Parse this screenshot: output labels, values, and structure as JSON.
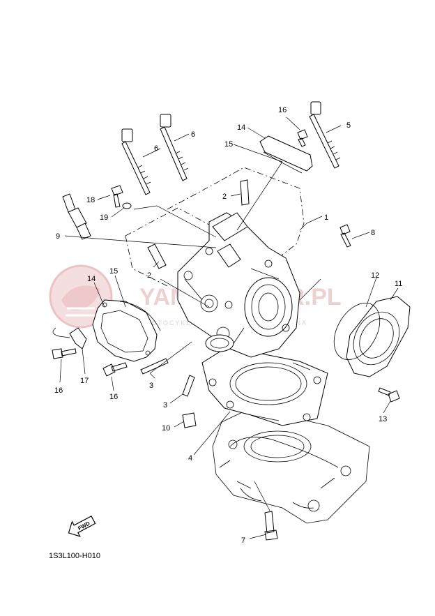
{
  "diagram_code": "1S3L100-H010",
  "fwd_label": "FWD",
  "watermark": {
    "brand": "YAMASKUTER.PL",
    "tagline": "MOTOCYKLE SKUTERY QUADY MARINA"
  },
  "callouts": [
    {
      "id": "16a",
      "label": "16"
    },
    {
      "id": "14a",
      "label": "14"
    },
    {
      "id": "15a",
      "label": "15"
    },
    {
      "id": "5",
      "label": "5"
    },
    {
      "id": "6a",
      "label": "6"
    },
    {
      "id": "6b",
      "label": "6"
    },
    {
      "id": "2a",
      "label": "2"
    },
    {
      "id": "1",
      "label": "1"
    },
    {
      "id": "18",
      "label": "18"
    },
    {
      "id": "19",
      "label": "19"
    },
    {
      "id": "9",
      "label": "9"
    },
    {
      "id": "8",
      "label": "8"
    },
    {
      "id": "2b",
      "label": "2"
    },
    {
      "id": "15b",
      "label": "15"
    },
    {
      "id": "14b",
      "label": "14"
    },
    {
      "id": "12",
      "label": "12"
    },
    {
      "id": "11",
      "label": "11"
    },
    {
      "id": "16b",
      "label": "16"
    },
    {
      "id": "17",
      "label": "17"
    },
    {
      "id": "16c",
      "label": "16"
    },
    {
      "id": "3a",
      "label": "3"
    },
    {
      "id": "3b",
      "label": "3"
    },
    {
      "id": "10",
      "label": "10"
    },
    {
      "id": "4",
      "label": "4"
    },
    {
      "id": "13",
      "label": "13"
    },
    {
      "id": "7",
      "label": "7"
    }
  ]
}
